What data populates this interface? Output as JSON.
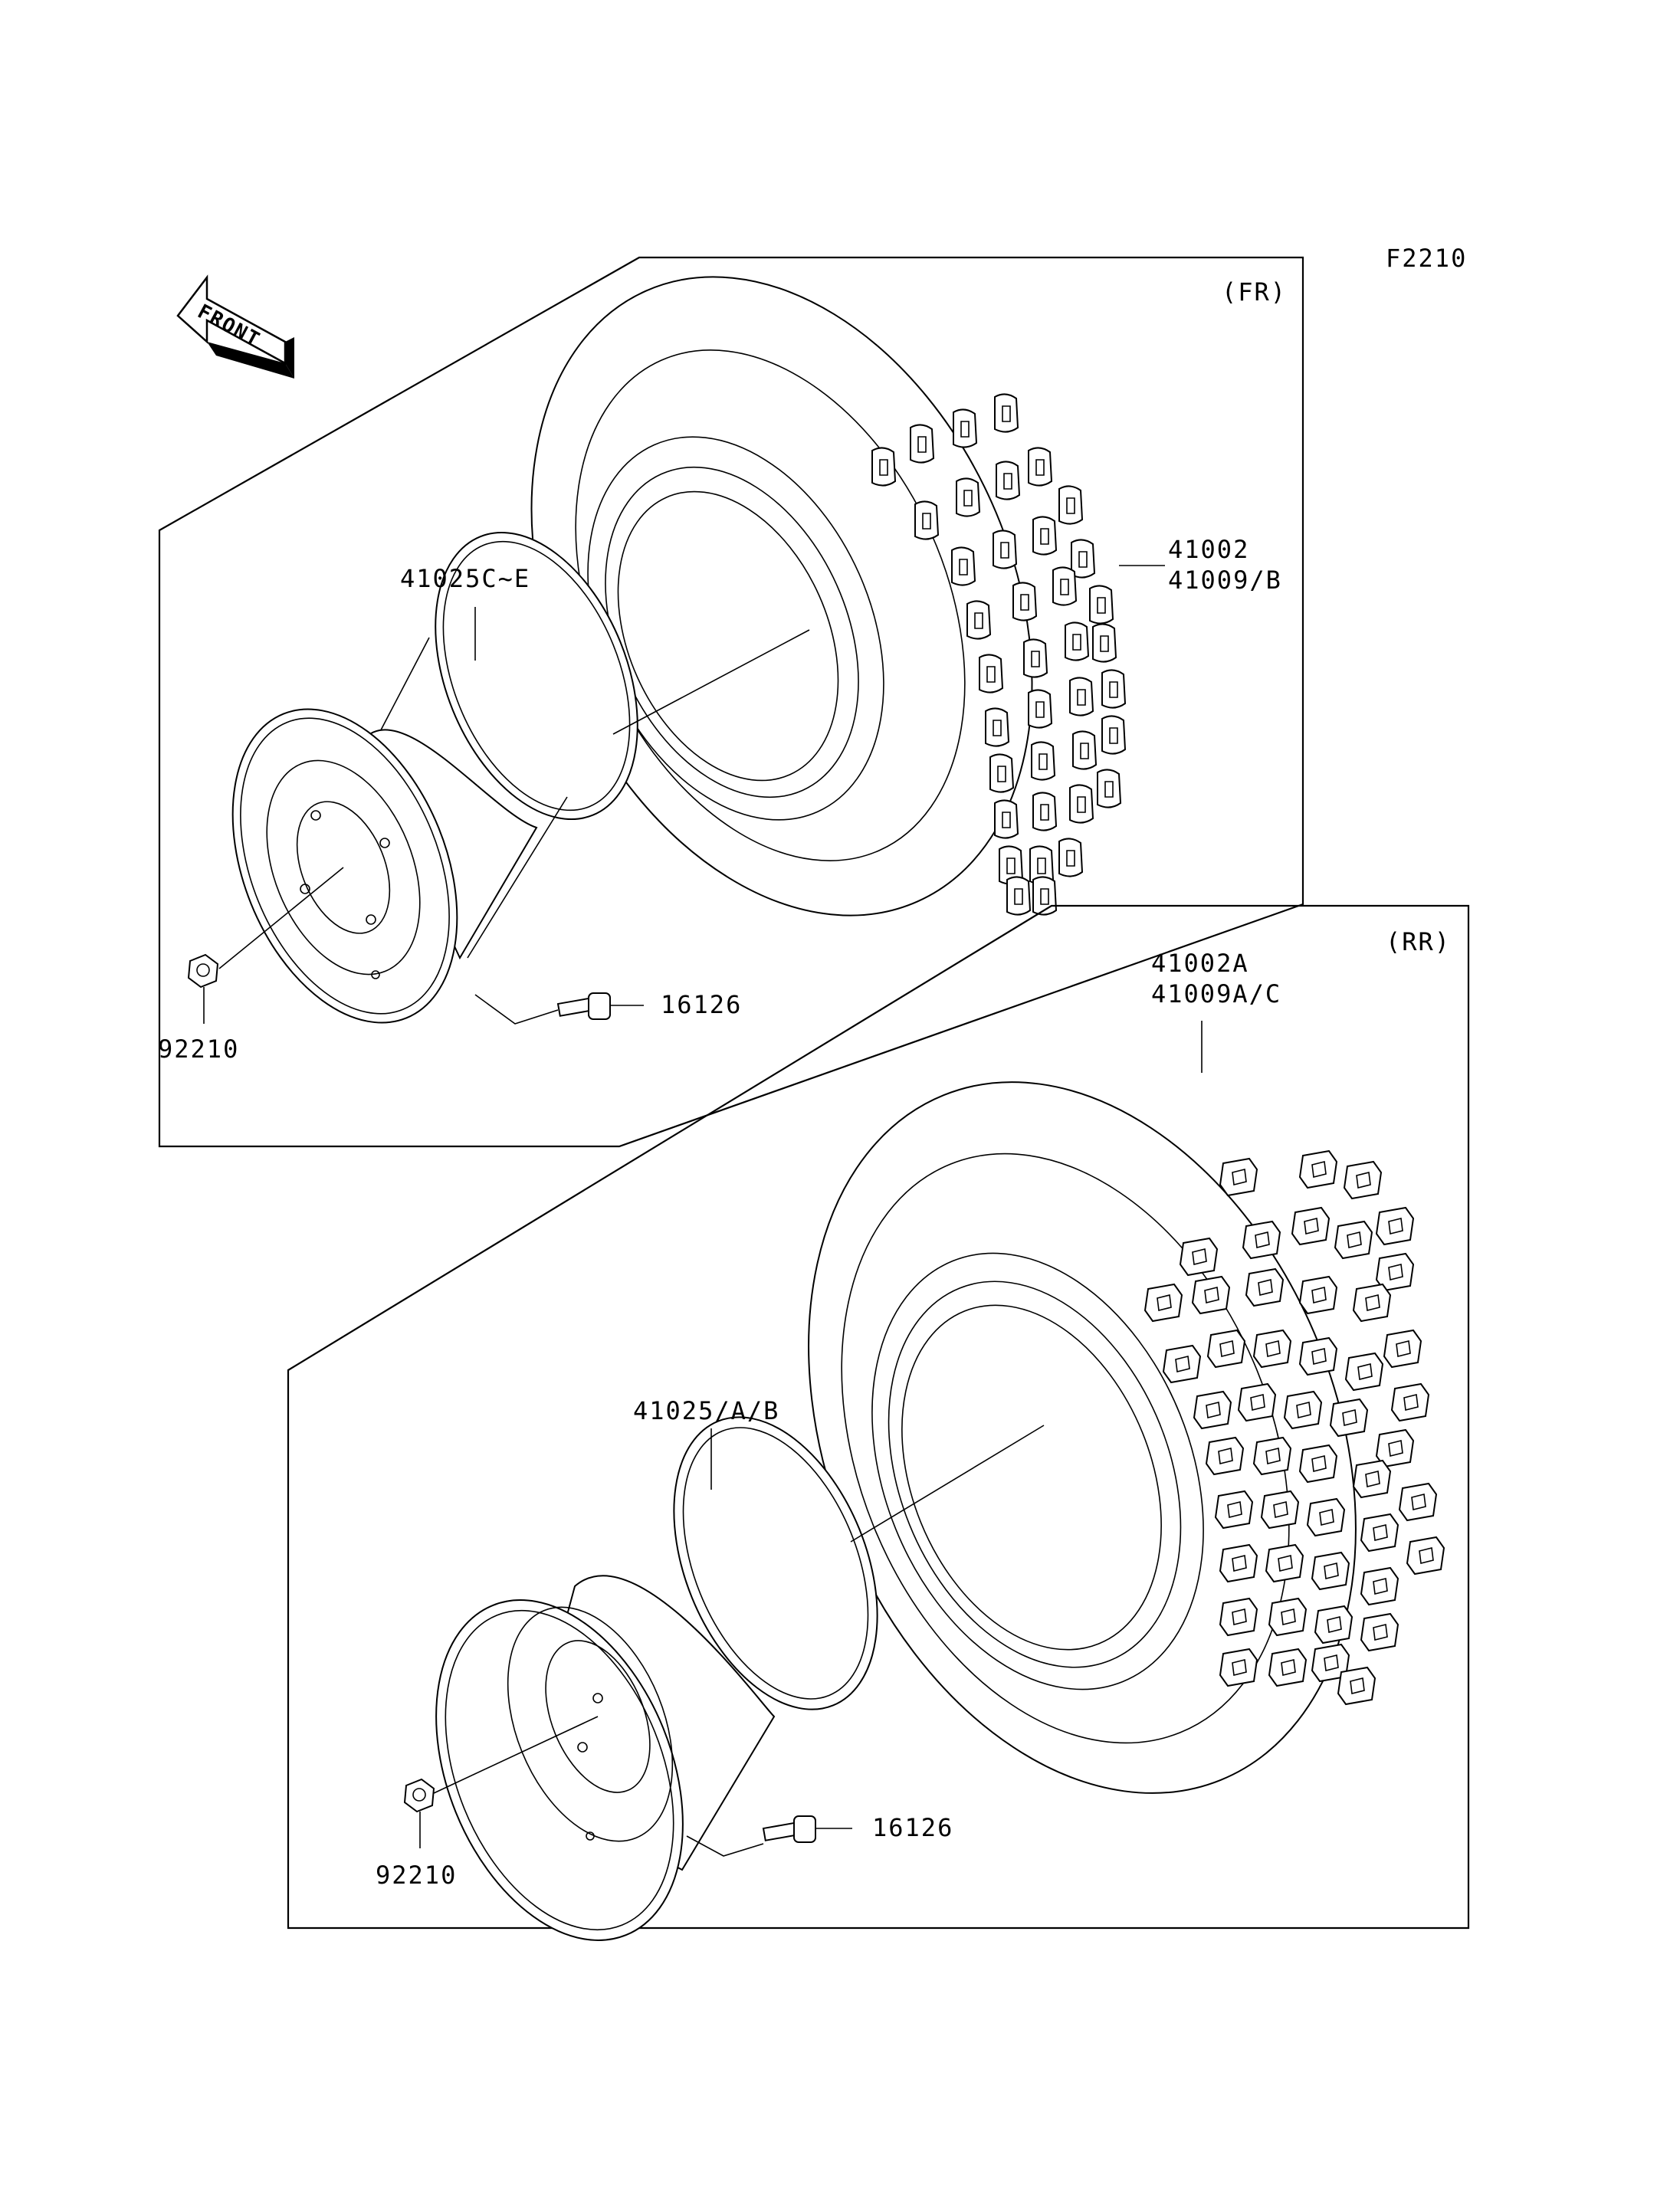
{
  "figure_code": "F2210",
  "front_arrow_text": "FRONT",
  "front_section": {
    "tag": "(FR)",
    "tire_part_numbers": [
      "41002",
      "41009/B"
    ],
    "wheel_part_number": "41025C~E",
    "valve_part_number": "16126",
    "nut_part_number": "92210"
  },
  "rear_section": {
    "tag": "(RR)",
    "tire_part_numbers": [
      "41002A",
      "41009A/C"
    ],
    "wheel_part_number": "41025/A/B",
    "valve_part_number": "16126",
    "nut_part_number": "92210"
  }
}
